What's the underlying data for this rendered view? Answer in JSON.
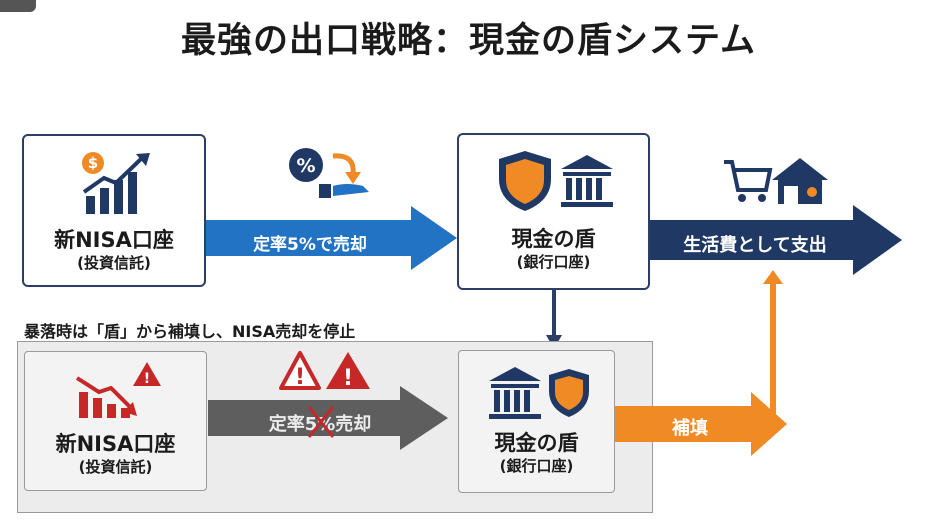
{
  "title": "最強の出口戦略：現金の盾システム",
  "top_flow": {
    "nisa_box": {
      "label": "新NISA口座",
      "sub": "(投資信託)"
    },
    "sell_arrow": {
      "label": "定率5%で売却"
    },
    "shield_box": {
      "label": "現金の盾",
      "sub": "(銀行口座)"
    },
    "spend_arrow": {
      "label": "生活費として支出"
    }
  },
  "crash_caption": "暴落時は「盾」から補填し、NISA売却を停止",
  "bottom_flow": {
    "nisa_box": {
      "label": "新NISA口座",
      "sub": "(投資信託)"
    },
    "sell_arrow": {
      "label": "定率5%売却"
    },
    "shield_box": {
      "label": "現金の盾",
      "sub": "(銀行口座)"
    },
    "refill_arrow": {
      "label": "補填"
    }
  },
  "icons": [
    "growth-chart-icon",
    "percent-hand-icon",
    "shield-icon",
    "bank-icon",
    "cart-icon",
    "house-icon",
    "crash-chart-icon",
    "warning-icon"
  ],
  "colors": {
    "navy": "#1f3864",
    "blue": "#2273c3",
    "orange": "#f08a24",
    "grey": "#5e5e5e",
    "red": "#c62828"
  }
}
